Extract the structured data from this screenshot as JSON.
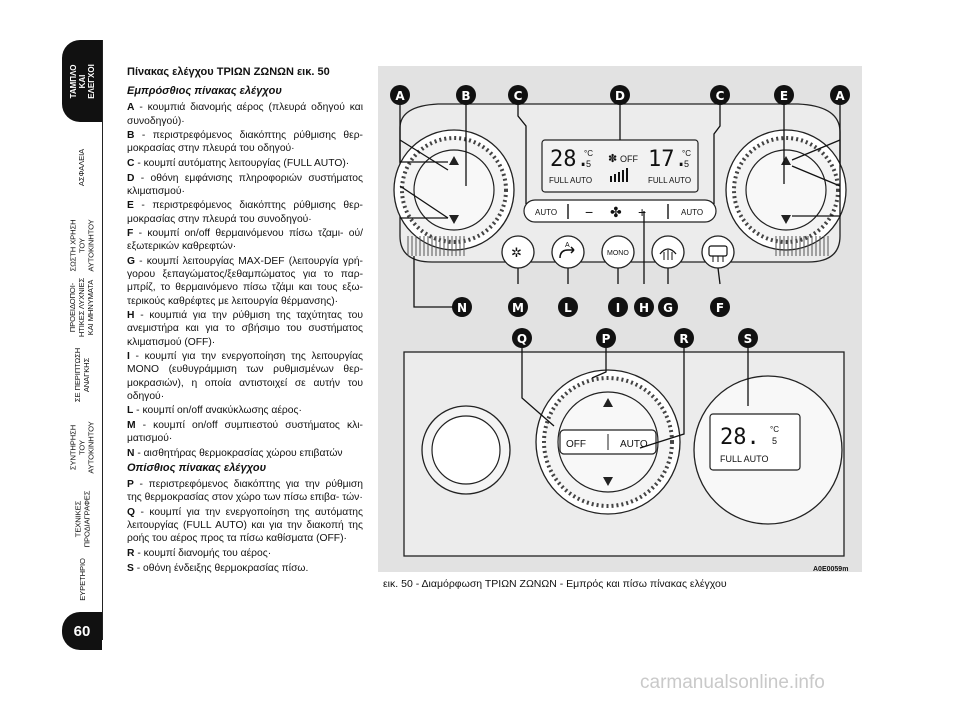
{
  "sidebar": {
    "active": "ΤΑΜΠΛΟ\nΚΑΙ\nΕΛΕΓΧΟΙ",
    "tabs": [
      "ΑΣΦΑΛΕΙΑ",
      "ΣΩΣΤΗ ΧΡΗΣΗ\nΤΟΥ\nΑΥΤΟΚΙΝΗΤΟΥ",
      "ΠΡΟΕΙΔΟΠΟΙ-\nΗΤΙΚΕΣ ΛΥΧΝΙΕΣ\nΚΑΙ ΜΗΝΥΜΑΤΑ",
      "ΣΕ ΠΕΡΙΠΤΩΣΗ\nΑΝΑΓΚΗΣ",
      "ΣΥΝΤΗΡΗΣΗ\nΤΟΥ\nΑΥΤΟΚΙΝΗΤΟΥ",
      "ΤΕΧΝΙΚΕΣ\nΠΡΟΔΙΑΓΡΑΦΕΣ",
      "ΕΥΡΕΤΗΡΙΟ"
    ],
    "page_number": "60"
  },
  "text": {
    "heading": "Πίνακας ελέγχου ΤΡΙΩΝ ΖΩΝΩΝ εικ. 50",
    "front_heading": "Εμπρόσθιος πίνακας ελέγχου",
    "front_items": [
      {
        "key": "A",
        "text": "- κουμπιά διανομής αέρος (πλευρά οδηγού και συνοδηγού)·"
      },
      {
        "key": "B",
        "text": "- περιστρεφόμενος διακόπτης ρύθμισης θερ- μοκρασίας στην πλευρά του οδηγού·"
      },
      {
        "key": "C",
        "text": "- κουμπί αυτόματης λειτουργίας (FULL AUTO)·"
      },
      {
        "key": "D",
        "text": "- οθόνη εμφάνισης πληροφοριών συστήματος κλιματισμού·"
      },
      {
        "key": "E",
        "text": "- περιστρεφόμενος διακόπτης ρύθμισης θερ- μοκρασίας στην πλευρά του συνοδηγού·"
      },
      {
        "key": "F",
        "text": "- κουμπί on/off θερμαινόμενου πίσω τζαμι- ού/εξωτερικών καθρεφτών·"
      },
      {
        "key": "G",
        "text": "- κουμπί λειτουργίας MAX-DEF (λειτουργία γρή- γορου ξεπαγώματος/ξεθαμπώματος για το παρ- μπρίζ, το θερμαινόμενο πίσω τζάμι και τους εξω- τερικούς καθρέφτες με λειτουργία θέρμανσης)·"
      },
      {
        "key": "H",
        "text": "- κουμπιά για την ρύθμιση της ταχύτητας του ανεμιστήρα και για το σβήσιμο του συστήματος κλιματισμού (OFF)·"
      },
      {
        "key": "I",
        "text": "- κουμπί για την ενεργοποίηση της λειτουργίας MONO (ευθυγράμμιση των ρυθμισμένων θερ- μοκρασιών), η οποία αντιστοιχεί σε αυτήν του οδηγού·"
      },
      {
        "key": "L",
        "text": "- κουμπί on/off ανακύκλωσης αέρος·"
      },
      {
        "key": "M",
        "text": "- κουμπί on/off συμπιεστού συστήματος κλι- ματισμού·"
      },
      {
        "key": "N",
        "text": "- αισθητήρας θερμοκρασίας χώρου επιβατών"
      }
    ],
    "rear_heading": "Οπίσθιος πίνακας ελέγχου",
    "rear_items": [
      {
        "key": "P",
        "text": "- περιστρεφόμενος διακόπτης για την ρύθμιση της θερμοκρασίας στον χώρο των πίσω επιβα- τών·"
      },
      {
        "key": "Q",
        "text": "- κουμπί για την ενεργοποίηση της αυτόματης λειτουργίας (FULL AUTO) και για την διακοπή της ροής του αέρος προς τα πίσω καθίσματα (OFF)·"
      },
      {
        "key": "R",
        "text": "- κουμπί διανομής του αέρος·"
      },
      {
        "key": "S",
        "text": "- οθόνη ένδειξης θερμοκρασίας πίσω."
      }
    ]
  },
  "figure": {
    "code": "A0E0059m",
    "caption": "εικ. 50 - Διαμόρφωση ΤΡΙΩΝ ΖΩΝΩΝ - Εμπρός και πίσω πίνακας ελέγχου",
    "callouts_top": [
      "A",
      "B",
      "C",
      "D",
      "C",
      "E",
      "A"
    ],
    "callouts_mid": [
      "N",
      "M",
      "L",
      "I",
      "H",
      "G",
      "F"
    ],
    "callouts_rear": [
      "Q",
      "P",
      "R",
      "S"
    ],
    "display": {
      "left_temp": "28.",
      "left_dec": "5",
      "right_temp": "17.",
      "right_dec": "5",
      "unit": "°C",
      "left_mode": "FULL AUTO",
      "right_mode": "FULL AUTO",
      "off_label": "OFF"
    },
    "buttons": {
      "auto_left": "AUTO",
      "auto_right": "AUTO",
      "minus": "−",
      "plus": "+",
      "mono": "MONO",
      "recirc_a": "A"
    },
    "rear": {
      "knob_off": "OFF",
      "knob_auto": "AUTO",
      "temp": "28.",
      "dec": "5",
      "unit": "°C",
      "mode": "FULL AUTO"
    }
  },
  "watermark": "carmanualsonline.info"
}
